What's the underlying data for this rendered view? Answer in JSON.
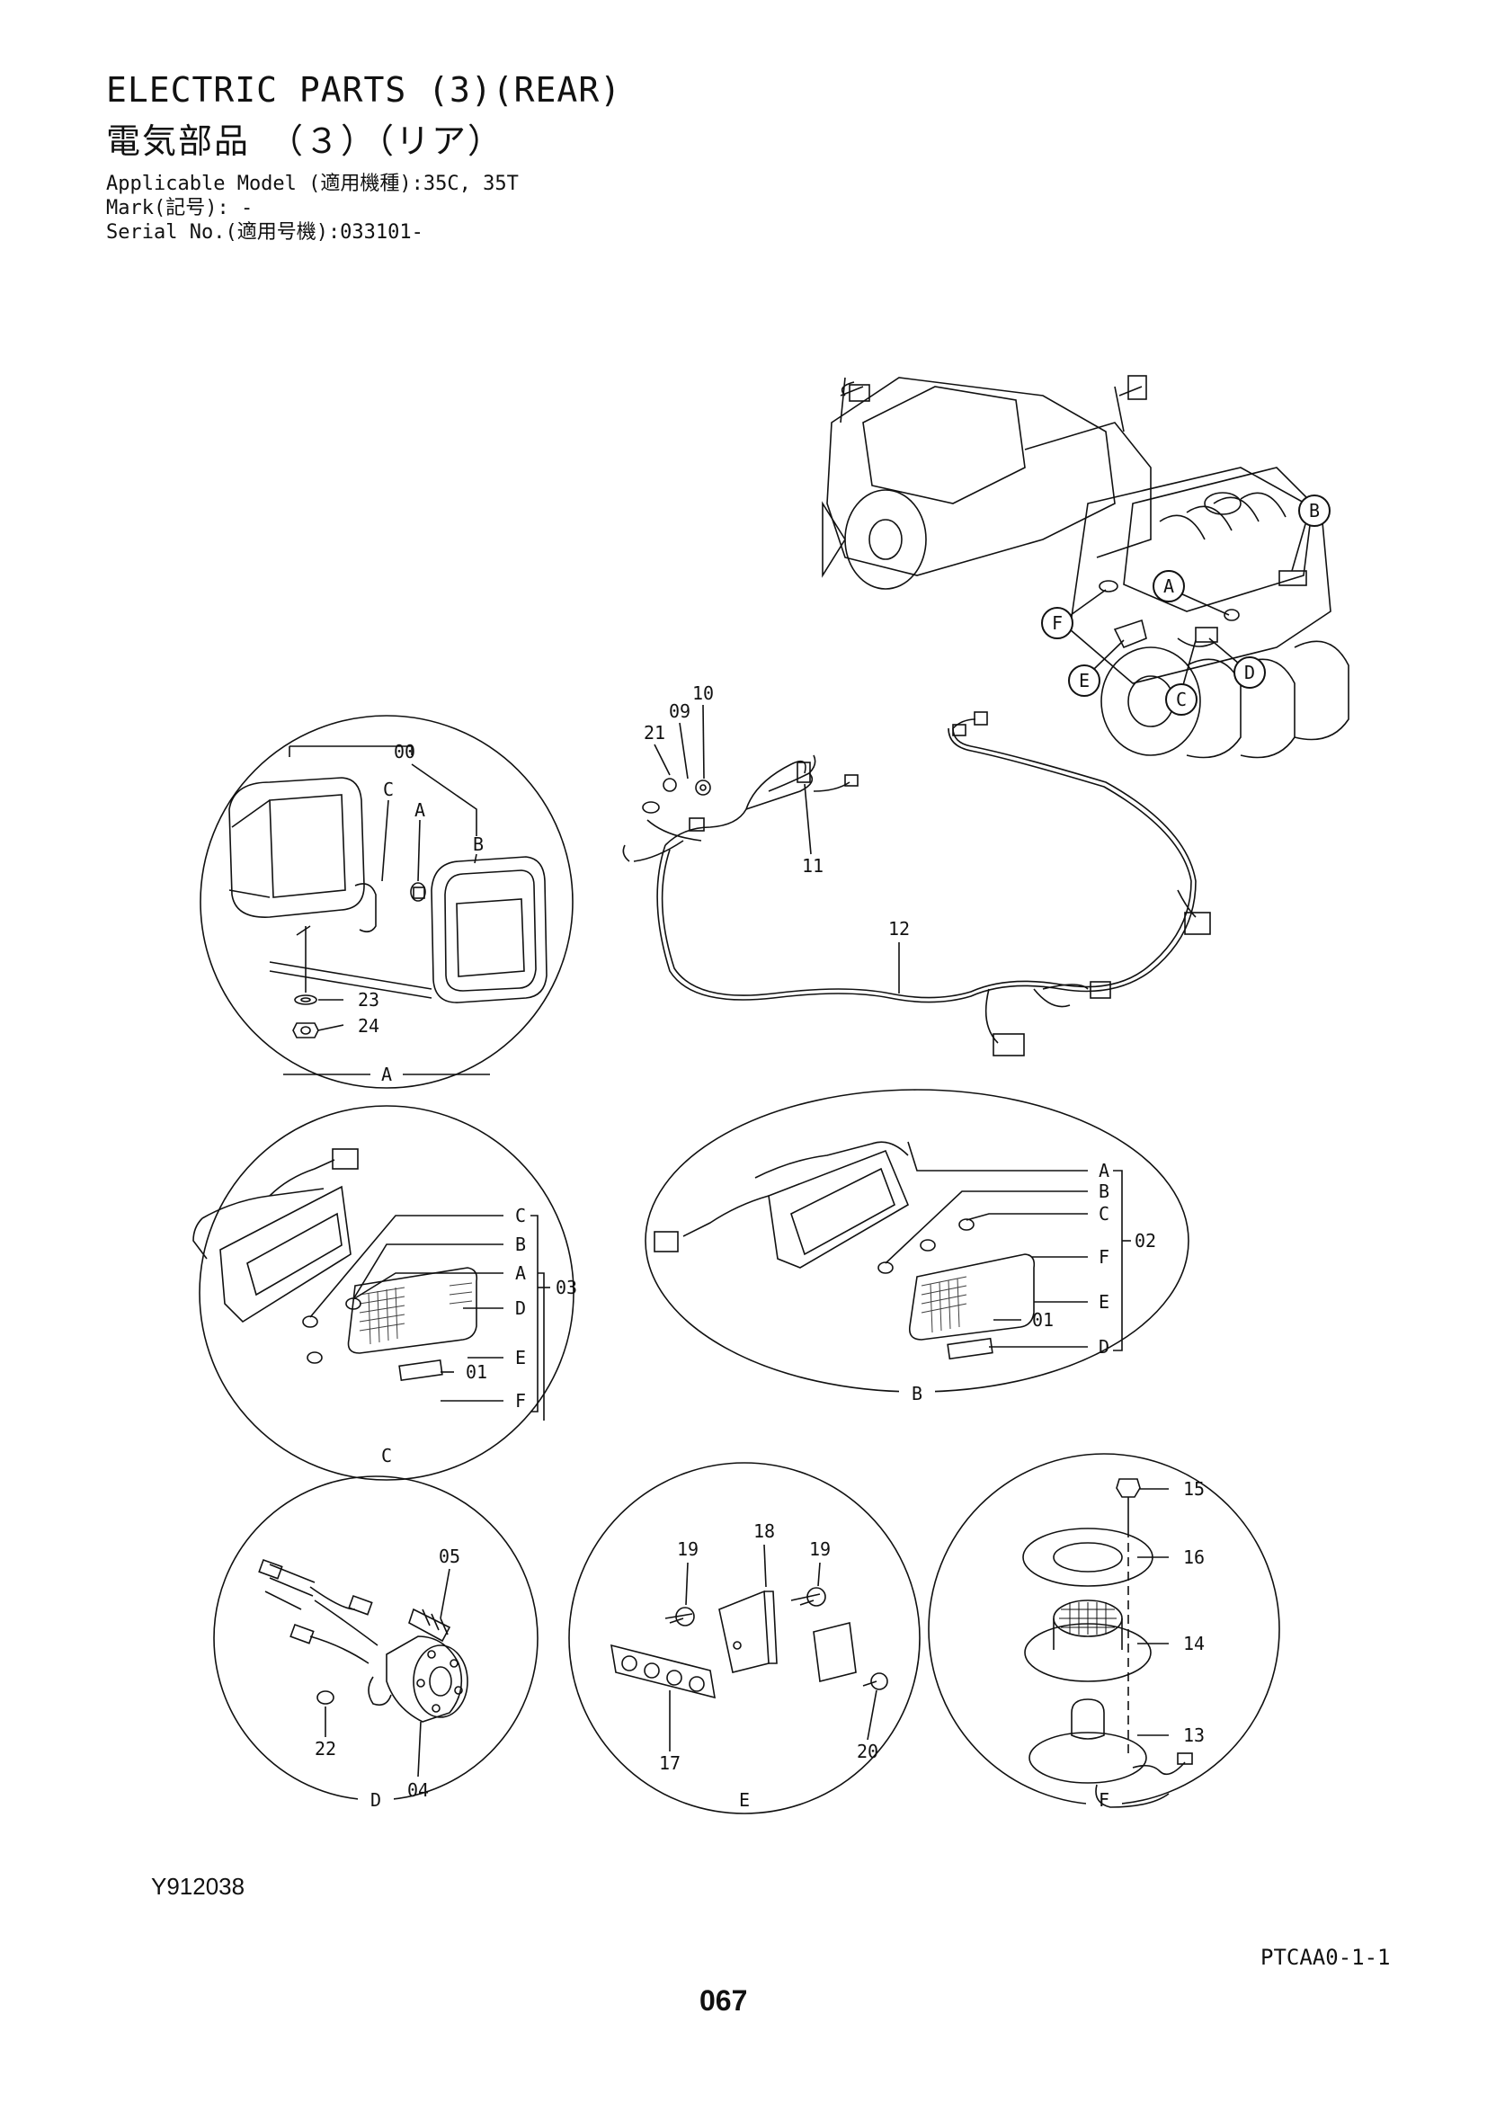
{
  "header": {
    "title_en": "ELECTRIC PARTS (3)(REAR)",
    "title_jp": "電気部品　（３）（リア）",
    "applicable_model": "Applicable Model (適用機種):35C, 35T",
    "mark": "Mark(記号): -",
    "serial_no": "Serial No.(適用号機):033101-"
  },
  "figure_code": "Y912038",
  "page_code": "PTCAA0-1-1",
  "page_number": "067",
  "locators": [
    "A",
    "B",
    "C",
    "D",
    "E",
    "F"
  ],
  "harness_labels": [
    "21",
    "09",
    "10",
    "11",
    "12"
  ],
  "detail_a": {
    "label": "A",
    "parts": [
      "00",
      "C",
      "A",
      "B",
      "23",
      "24"
    ]
  },
  "detail_b": {
    "label": "B",
    "group": "02",
    "refs": [
      "A",
      "B",
      "C",
      "F",
      "E",
      "D"
    ],
    "plate": "01"
  },
  "detail_c": {
    "label": "C",
    "group": "03",
    "refs": [
      "C",
      "B",
      "A",
      "D",
      "E",
      "F"
    ],
    "plate": "01"
  },
  "detail_d": {
    "label": "D",
    "parts": [
      "05",
      "22",
      "04"
    ]
  },
  "detail_e": {
    "label": "E",
    "parts": [
      "19",
      "18",
      "19",
      "17",
      "20"
    ]
  },
  "detail_f": {
    "label": "F",
    "parts": [
      "15",
      "16",
      "14",
      "13"
    ]
  }
}
